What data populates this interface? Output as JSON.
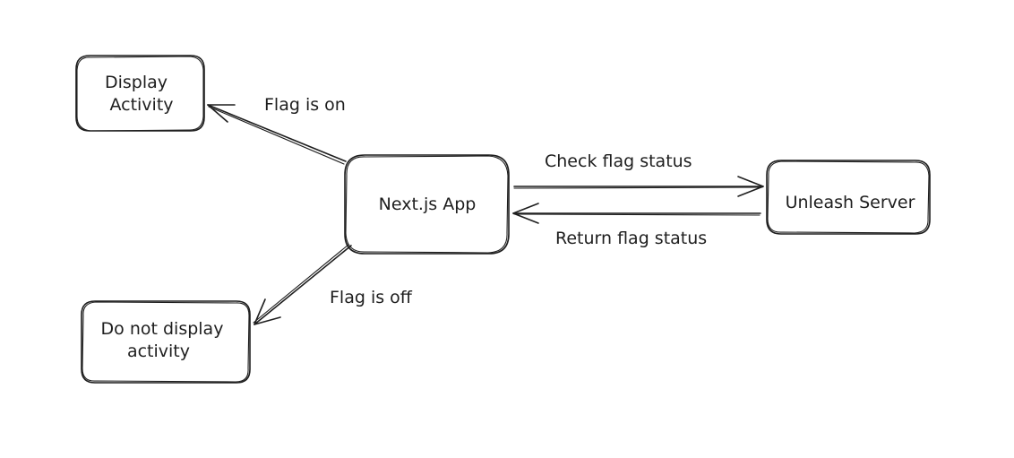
{
  "diagram": {
    "nodes": {
      "display_activity": [
        "Display",
        "Activity"
      ],
      "do_not_display": [
        "Do not display",
        "activity"
      ],
      "nextjs_app": "Next.js App",
      "unleash_server": "Unleash Server"
    },
    "edges": {
      "flag_on": "Flag is on",
      "flag_off": "Flag is off",
      "check_flag": "Check flag status",
      "return_flag": "Return flag status"
    }
  }
}
